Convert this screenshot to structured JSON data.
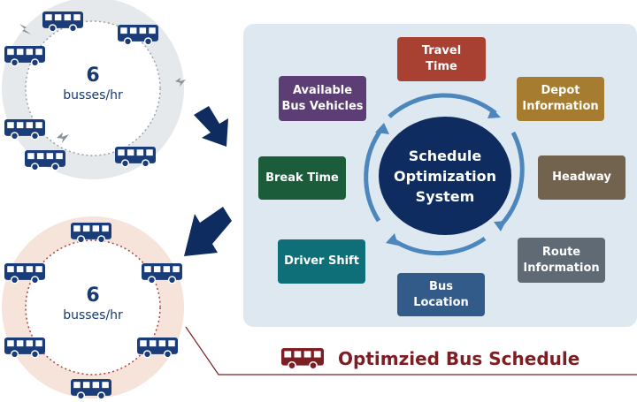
{
  "before": {
    "rate_number": "6",
    "rate_label": "busses/hr"
  },
  "after": {
    "rate_number": "6",
    "rate_label": "busses/hr"
  },
  "center_label": "Schedule\nOptimization\nSystem",
  "factors": [
    {
      "key": "travel-time",
      "label": "Travel\nTime",
      "color": "#a84132"
    },
    {
      "key": "depot-information",
      "label": "Depot\nInformation",
      "color": "#a57c30"
    },
    {
      "key": "headway",
      "label": "Headway",
      "color": "#72634f"
    },
    {
      "key": "route-information",
      "label": "Route\nInformation",
      "color": "#5f6a75"
    },
    {
      "key": "bus-location",
      "label": "Bus\nLocation",
      "color": "#335b89"
    },
    {
      "key": "driver-shift",
      "label": "Driver Shift",
      "color": "#0e6f78"
    },
    {
      "key": "break-time",
      "label": "Break Time",
      "color": "#1b5c3b"
    },
    {
      "key": "available-bus-vehicles",
      "label": "Available\nBus Vehicles",
      "color": "#5c3d74"
    }
  ],
  "legend": {
    "label": "Optimzied Bus Schedule",
    "color": "#7b1f24"
  },
  "colors": {
    "bus": "#1a3c78",
    "panel": "#dde8f1",
    "arrow": "#0f2c60",
    "ring": "#4d86bd"
  }
}
